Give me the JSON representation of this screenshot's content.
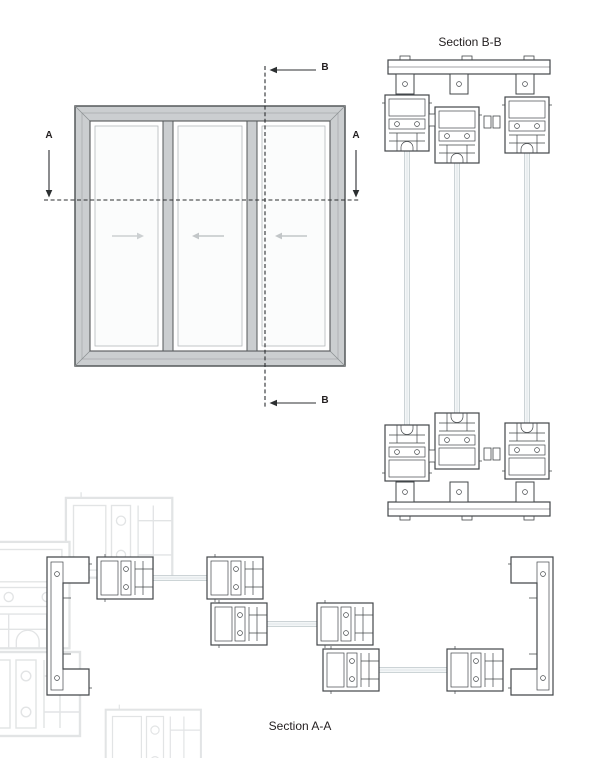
{
  "titles": {
    "section_bb": "Section B-B",
    "section_aa": "Section A-A"
  },
  "section_markers": {
    "a": "A",
    "b": "B"
  },
  "elevation": {
    "panel_count": 3,
    "panel_slide_directions": [
      "right",
      "left",
      "left"
    ]
  },
  "colors": {
    "background": "#ffffff",
    "section_line": "#2c2f31",
    "profile_line": "#43474a",
    "frame_fill": "#cbced0",
    "frame_edge": "#55585a",
    "glass_fill": "#f3f6f7",
    "glass_edge": "#bac3c7",
    "watermark": "#d0d3d5",
    "text": "#231f20"
  }
}
